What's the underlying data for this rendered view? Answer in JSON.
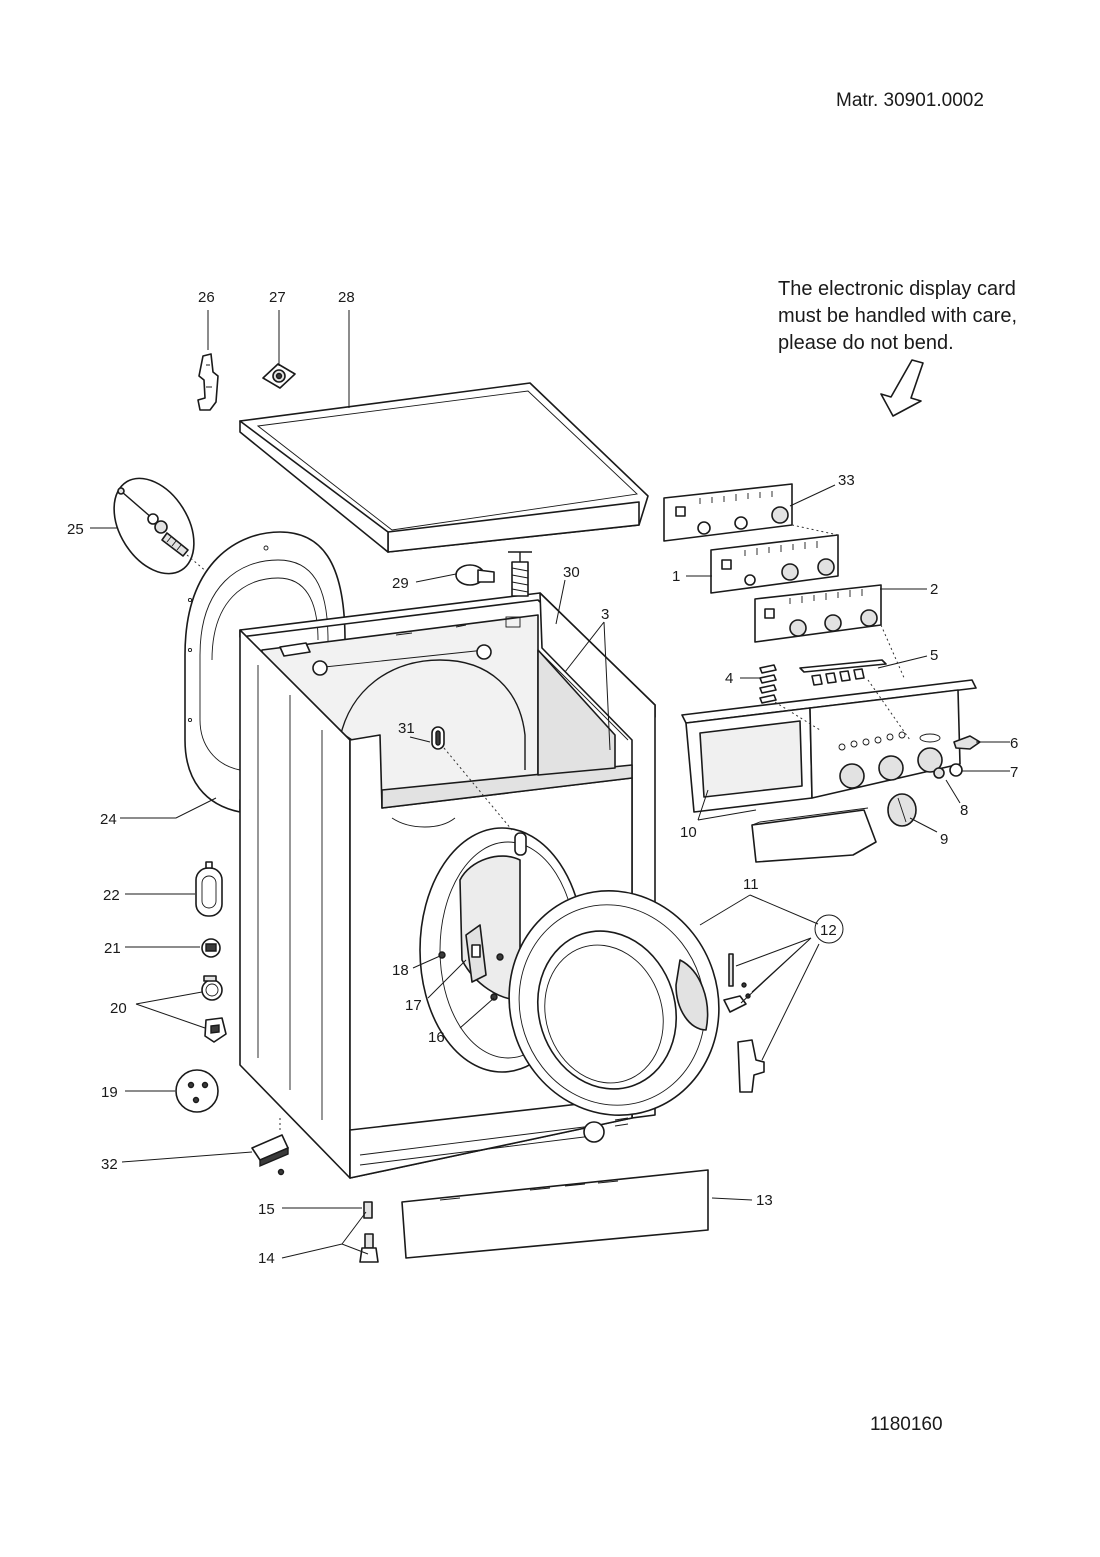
{
  "header": {
    "material_code": "Matr. 30901.0002"
  },
  "footer": {
    "document_number": "1180160"
  },
  "note": {
    "lines": [
      "The electronic display card",
      "must be handled with care,",
      "please do not bend."
    ]
  },
  "parts": {
    "p1": "1",
    "p2": "2",
    "p3": "3",
    "p4": "4",
    "p5": "5",
    "p6": "6",
    "p7": "7",
    "p8": "8",
    "p9": "9",
    "p10": "10",
    "p11": "11",
    "p12": "12",
    "p13": "13",
    "p14": "14",
    "p15": "15",
    "p16": "16",
    "p17": "17",
    "p18": "18",
    "p19": "19",
    "p20": "20",
    "p21": "21",
    "p22": "22",
    "p24": "24",
    "p25": "25",
    "p26": "26",
    "p27": "27",
    "p28": "28",
    "p29": "29",
    "p30": "30",
    "p31": "31",
    "p32": "32",
    "p33": "33"
  }
}
